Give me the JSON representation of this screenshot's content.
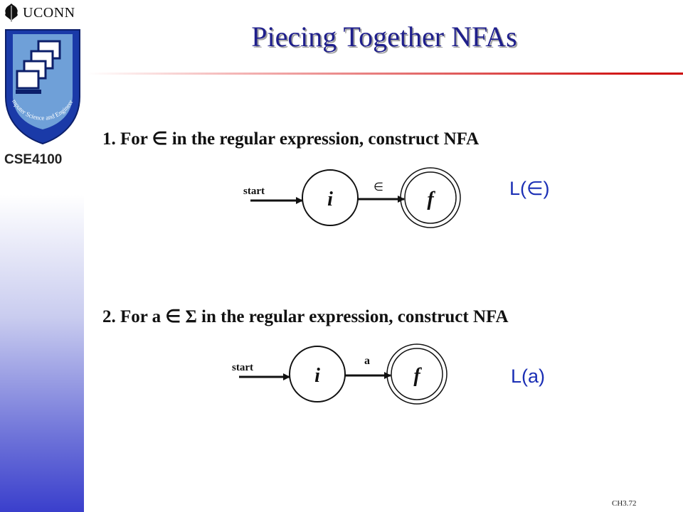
{
  "header": {
    "logo_text": "UCONN",
    "seal_text": "Computer Science and Engineering",
    "course_code": "CSE4100"
  },
  "slide": {
    "title": "Piecing Together NFAs",
    "step1": "1. For ∈ in the regular expression, construct NFA",
    "step2": "2. For a ∈ Σ in the regular expression, construct NFA",
    "number": "CH3.72"
  },
  "diagram1": {
    "start_label": "start",
    "state_i": "i",
    "state_f": "f",
    "edge_label": "∈",
    "language": "L(∈)"
  },
  "diagram2": {
    "start_label": "start",
    "state_i": "i",
    "state_f": "f",
    "edge_label": "a",
    "language": "L(a)"
  },
  "colors": {
    "title": "#1f1f8c",
    "language": "#1b2fb5",
    "rule": "#cc0000",
    "sidebar_bottom": "#3a3fcc"
  }
}
